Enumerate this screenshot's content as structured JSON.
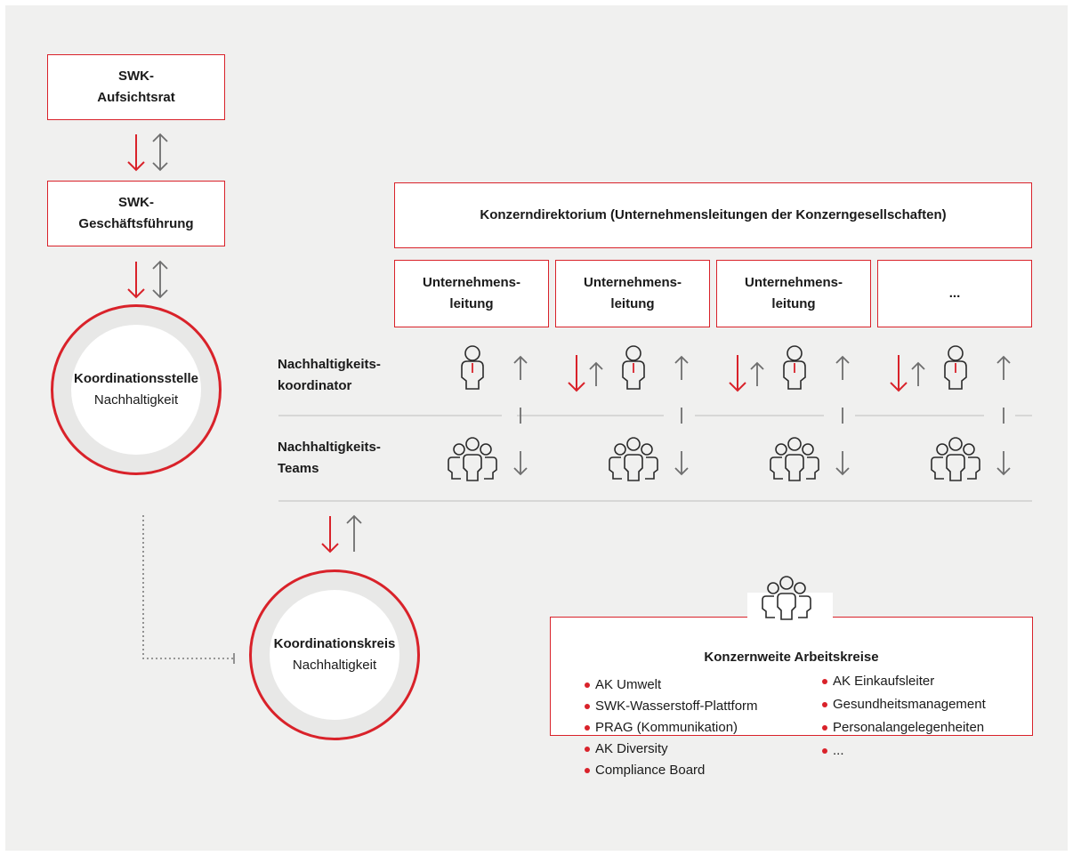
{
  "aufsichtsrat": {
    "line1": "SWK-",
    "line2": "Aufsichtsrat"
  },
  "geschaeftsfuehrung": {
    "line1": "SWK-",
    "line2": "Geschäftsführung"
  },
  "koordinationsstelle": {
    "title": "Koordinationsstelle",
    "subtitle": "Nachhaltigkeit"
  },
  "koordinationskreis": {
    "title": "Koordinationskreis",
    "subtitle": "Nachhaltigkeit"
  },
  "konzerndirektorium": {
    "label": "Konzerndirektorium (Unternehmensleitungen der Konzerngesellschaften)"
  },
  "unternehmensleitungen": [
    {
      "line1": "Unternehmens-",
      "line2": "leitung"
    },
    {
      "line1": "Unternehmens-",
      "line2": "leitung"
    },
    {
      "line1": "Unternehmens-",
      "line2": "leitung"
    },
    {
      "line1": "...",
      "line2": ""
    }
  ],
  "rows": {
    "koordinator": {
      "line1": "Nachhaltigkeits-",
      "line2": "koordinator"
    },
    "teams": {
      "line1": "Nachhaltigkeits-",
      "line2": "Teams"
    }
  },
  "arbeitskreise": {
    "title": "Konzernweite Arbeitskreise",
    "left": [
      "AK Umwelt",
      "SWK-Wasserstoff-Plattform",
      "PRAG (Kommunikation)",
      "AK Diversity",
      "Compliance Board"
    ],
    "right": [
      "AK Einkaufsleiter",
      "Gesundheitsmanagement",
      "Personalangelegenheiten",
      "..."
    ]
  },
  "colors": {
    "accent": "#d9222a",
    "grey_arrow": "#6e6e6e",
    "background": "#f0f0ef",
    "line": "#c8c8c8"
  },
  "icons": {
    "person": "person-icon",
    "group": "group-icon",
    "arrow_down": "arrow-down-icon",
    "arrow_up": "arrow-up-icon",
    "arrow_updown": "arrow-updown-icon"
  }
}
